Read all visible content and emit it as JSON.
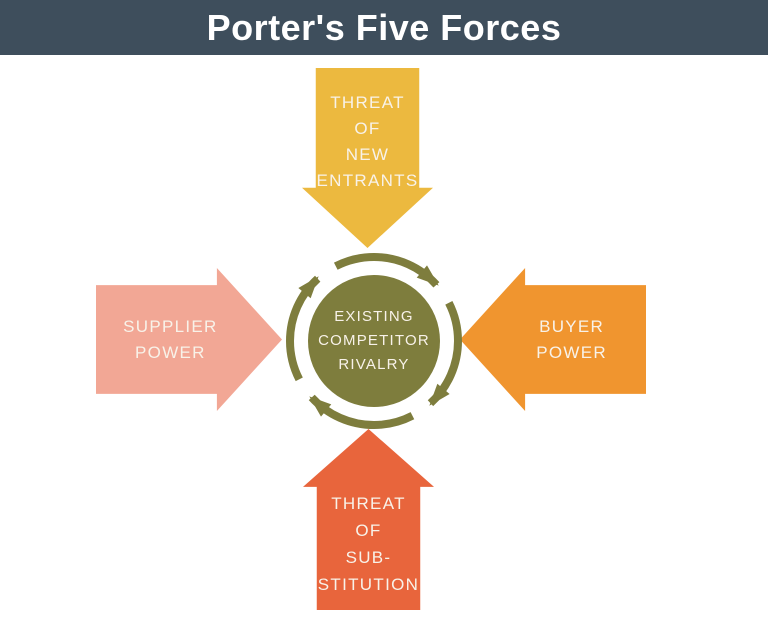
{
  "title": "Porter's Five Forces",
  "colors": {
    "page-bg": "#ffffff",
    "header-bg": "#3e4e5c",
    "title-text": "#ffffff",
    "label-text": "#f8f2e9",
    "arrow-top": "#ecb93f",
    "arrow-left": "#f2a795",
    "arrow-right": "#f0952f",
    "arrow-bottom": "#e8653c",
    "center-circle": "#7e7d3d"
  },
  "diagram": {
    "center": {
      "direction": "cycle-clockwise",
      "lines": [
        "EXISTING",
        "COMPETITOR",
        "RIVALRY"
      ]
    },
    "top": {
      "direction": "down",
      "lines": [
        "THREAT",
        "OF",
        "NEW",
        "ENTRANTS"
      ]
    },
    "left": {
      "direction": "right",
      "lines": [
        "SUPPLIER",
        "POWER"
      ]
    },
    "right": {
      "direction": "left",
      "lines": [
        "BUYER",
        "POWER"
      ]
    },
    "bottom": {
      "direction": "up",
      "lines": [
        "THREAT",
        "OF",
        "SUB-",
        "STITUTION"
      ]
    }
  }
}
